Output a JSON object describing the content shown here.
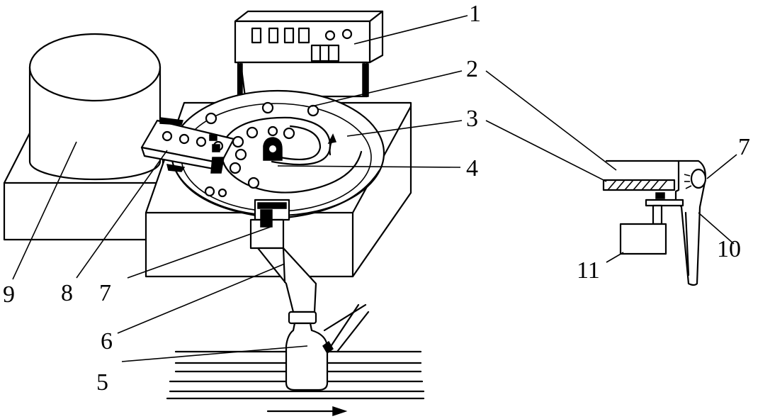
{
  "labels": {
    "l1": "1",
    "l2": "2",
    "l3": "3",
    "l4": "4",
    "l5": "5",
    "l6": "6",
    "l7": "7",
    "l8": "8",
    "l9": "9",
    "l7b": "7",
    "l10": "10",
    "l11": "11"
  }
}
